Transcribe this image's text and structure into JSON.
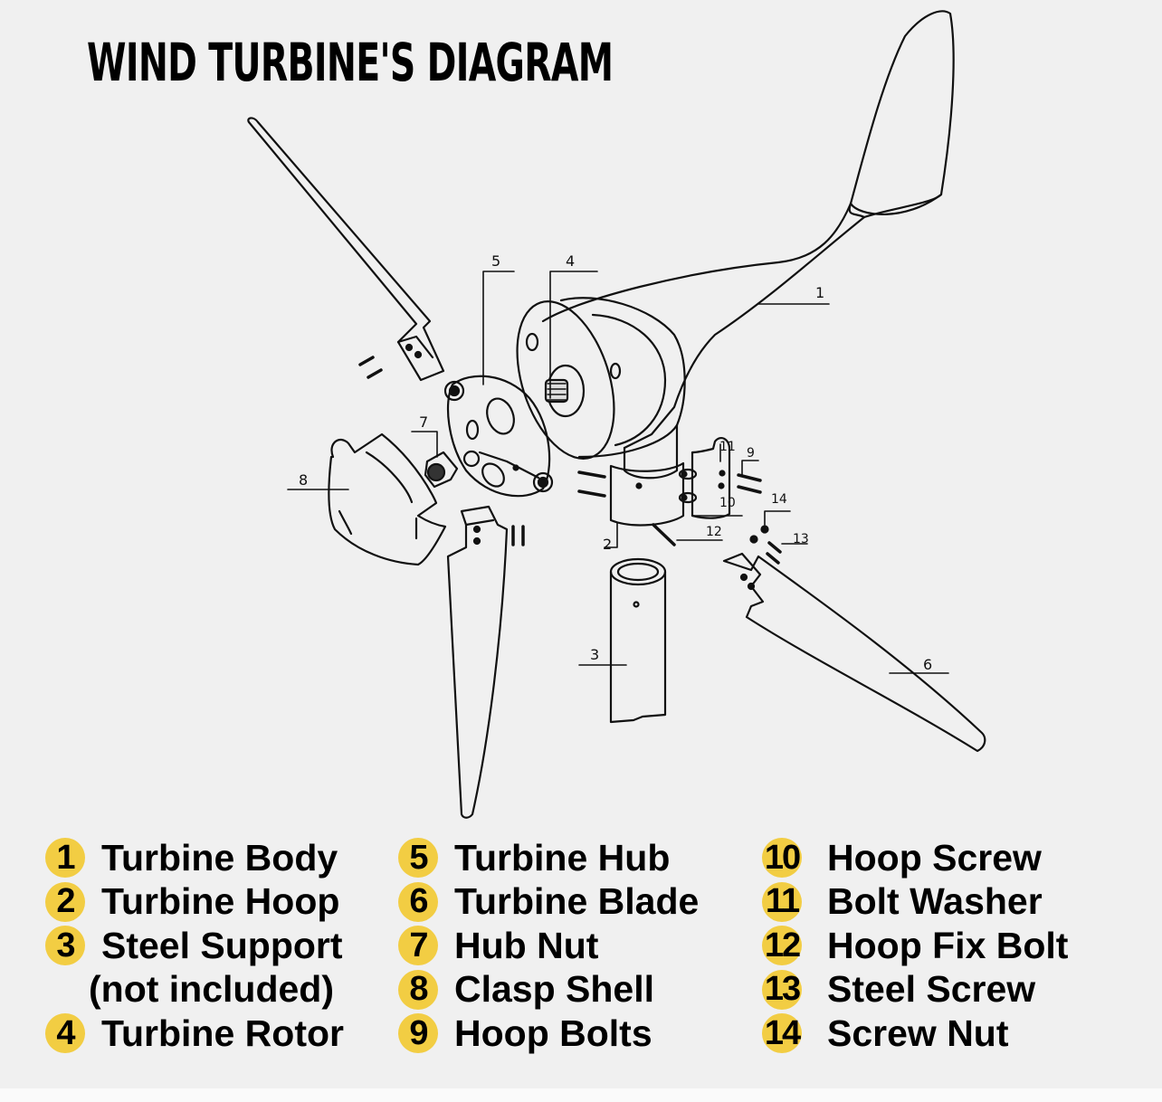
{
  "title": "WIND TURBINE'S DIAGRAM",
  "colors": {
    "background": "#f0f0f0",
    "badge": "#f2cd43",
    "line": "#111111"
  },
  "callouts": [
    "1",
    "2",
    "3",
    "4",
    "5",
    "6",
    "7",
    "8",
    "9",
    "10",
    "11",
    "12",
    "13",
    "14"
  ],
  "legend": {
    "col_a": [
      {
        "num": "1",
        "label": "Turbine Body"
      },
      {
        "num": "2",
        "label": "Turbine Hoop"
      },
      {
        "num": "3",
        "label": "Steel Support"
      },
      {
        "num": "",
        "label": "(not included)"
      },
      {
        "num": "4",
        "label": "Turbine Rotor"
      }
    ],
    "col_b": [
      {
        "num": "5",
        "label": "Turbine Hub"
      },
      {
        "num": "6",
        "label": "Turbine Blade"
      },
      {
        "num": "7",
        "label": "Hub Nut"
      },
      {
        "num": "8",
        "label": "Clasp Shell"
      },
      {
        "num": "9",
        "label": "Hoop Bolts"
      }
    ],
    "col_c": [
      {
        "num": "10",
        "label": "Hoop Screw"
      },
      {
        "num": "11",
        "label": "Bolt Washer"
      },
      {
        "num": "12",
        "label": "Hoop Fix Bolt"
      },
      {
        "num": "13",
        "label": "Steel Screw"
      },
      {
        "num": "14",
        "label": "Screw Nut"
      }
    ]
  }
}
